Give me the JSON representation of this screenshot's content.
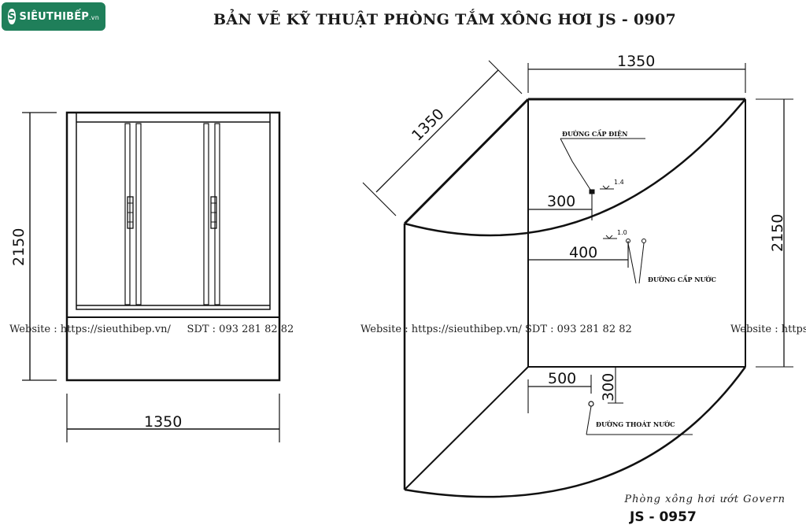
{
  "logo": {
    "mark": "S",
    "name": "SIÊUTHIBẾP",
    "suffix": ".vn"
  },
  "title": "BẢN VẼ KỸ THUẬT PHÒNG TẮM  XÔNG HƠI JS - 0907",
  "front_view": {
    "height_label": "2150",
    "width_label": "1350"
  },
  "plan_view": {
    "side_label": "1350",
    "top_label": "1350",
    "right_height_label": "2150",
    "dim_300": "300",
    "dim_400": "400",
    "dim_500": "500",
    "dim_300_vertical": "300",
    "level_1": "1.4",
    "level_2": "1.0",
    "note_electric": "ĐƯỜNG CẤP ĐIỆN",
    "note_water_supply": "ĐƯỜNG CẤP NƯỚC",
    "note_drain": "ĐƯỜNG THOÁT NƯỚC"
  },
  "watermarks": [
    "Website : https://sieuthibep.vn/     SDT : 093 281 82 82",
    "Website : https://sieuthibep.vn/ SDT : 093 281 82 82",
    "Website : https"
  ],
  "caption": "Phòng xông hơi ướt Govern",
  "model": "JS - 0957"
}
